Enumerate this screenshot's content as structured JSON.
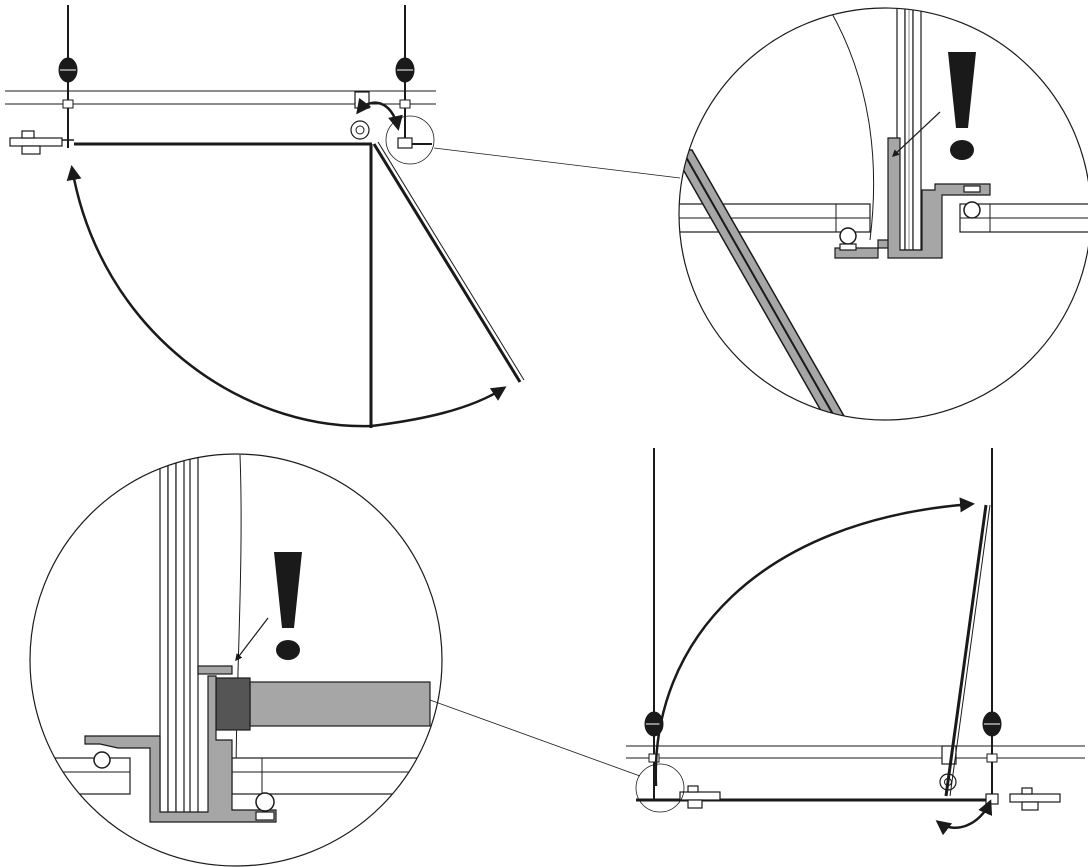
{
  "diagram": {
    "panels": [
      {
        "name": "top-left-overview",
        "kind": "door-swing-plan"
      },
      {
        "name": "top-right-detail",
        "kind": "magnified-hinge-detail"
      },
      {
        "name": "bottom-left-detail",
        "kind": "magnified-hinge-detail"
      },
      {
        "name": "bottom-right-overview",
        "kind": "door-swing-plan"
      }
    ],
    "warnings": [
      {
        "name": "warning-top-right",
        "symbol": "exclamation-icon"
      },
      {
        "name": "warning-bottom-left",
        "symbol": "exclamation-icon"
      }
    ],
    "colors": {
      "line": "#1a1a1a",
      "profile-fill": "#a6a6a6",
      "background": "#ffffff"
    }
  }
}
